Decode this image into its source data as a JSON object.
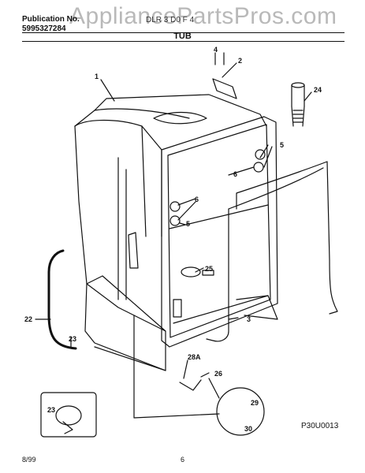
{
  "header": {
    "publication_label": "Publication No.",
    "publication_number": "5995327284",
    "model_code": "DLR 3 D0 F 4",
    "section_title": "TUB",
    "watermark": "AppliancePartsPros.com"
  },
  "diagram": {
    "code": "P30U0013",
    "callouts": [
      "1",
      "2",
      "4",
      "24",
      "5",
      "6",
      "6",
      "5",
      "25",
      "22",
      "23",
      "3",
      "28A",
      "26",
      "29",
      "30",
      "23"
    ]
  },
  "footer": {
    "date": "8/99",
    "page": "6"
  }
}
